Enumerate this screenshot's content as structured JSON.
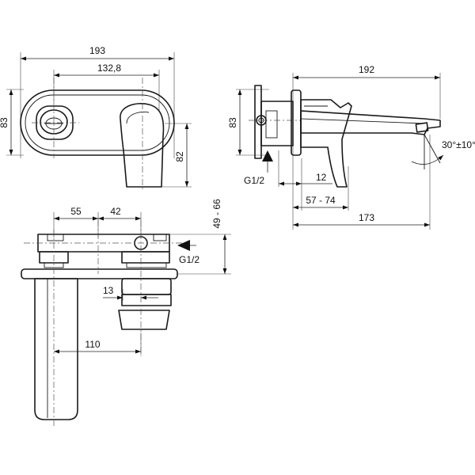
{
  "dimensions": {
    "front_total_width": "193",
    "front_center_spacing": "132,8",
    "front_height": "83",
    "front_spout_drop": "82",
    "side_total_depth": "192",
    "side_height": "83",
    "side_plate_offset": "12",
    "side_adjust_range": "57 - 74",
    "side_spout_reach": "173",
    "side_angle": "30°±10°",
    "top_spacing_left": "55",
    "top_spacing_right": "42",
    "top_depth_range": "49 - 66",
    "top_cartridge_offset": "13",
    "top_spout_offset": "110"
  },
  "labels": {
    "side_connection": "G1/2",
    "top_connection": "G1/2"
  }
}
